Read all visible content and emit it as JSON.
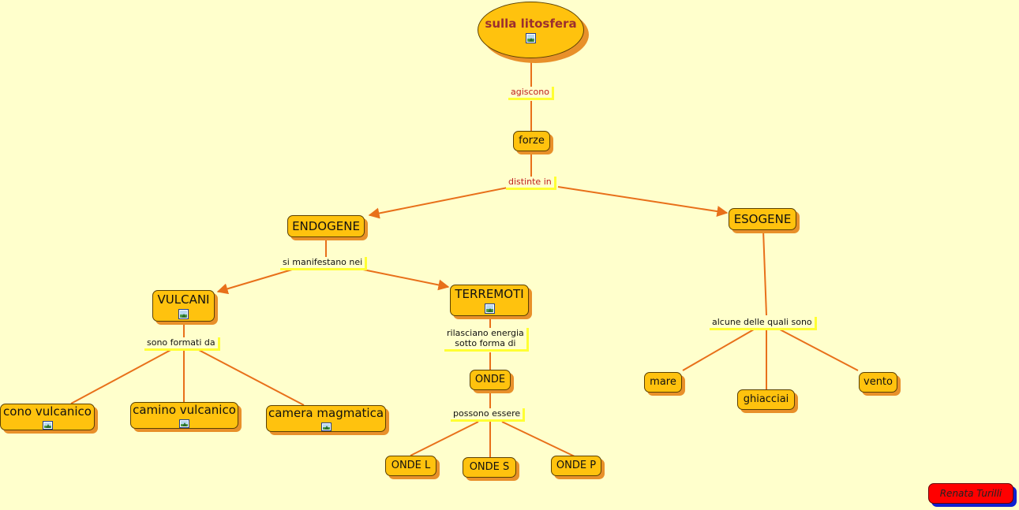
{
  "colors": {
    "background": "#FFFFCC",
    "node_fill": "#FFC20E",
    "node_shadow": "#E8902A",
    "connector": "#E8701A",
    "link_label_highlight": "#FFFF33",
    "root_text": "#9B2F2F",
    "red_label_text": "#C02020",
    "author_fill": "#FF0000",
    "author_shadow": "#1020D0"
  },
  "concepts": {
    "root": "sulla litosfera",
    "forze": "forze",
    "endogene": "ENDOGENE",
    "esogene": "ESOGENE",
    "vulcani": "VULCANI",
    "terremoti": "TERREMOTI",
    "cono_vulcanico": "cono vulcanico",
    "camino_vulcanico": "camino vulcanico",
    "camera_magmatica": "camera magmatica",
    "onde": "ONDE",
    "onde_l": "ONDE L",
    "onde_s": "ONDE S",
    "onde_p": "ONDE P",
    "mare": "mare",
    "ghiacciai": "ghiacciai",
    "vento": "vento"
  },
  "links": {
    "agiscono": "agiscono",
    "distinte_in": "distinte in",
    "si_manifestano_nei": "si manifestano nei",
    "sono_formati_da": "sono formati da",
    "rilasciano_line1": "rilasciano energia",
    "rilasciano_line2": "sotto forma di",
    "possono_essere": "possono essere",
    "alcune_delle_quali_sono": "alcune delle quali sono"
  },
  "icons": [
    "image-icon"
  ],
  "author": "Renata Turilli"
}
